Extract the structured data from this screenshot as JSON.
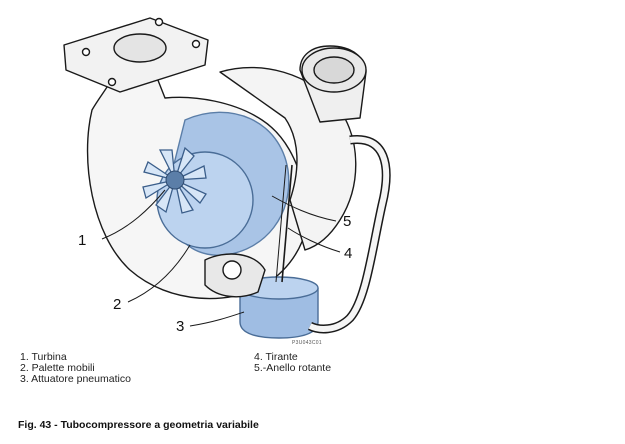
{
  "figure": {
    "callouts": [
      "1",
      "2",
      "3",
      "4",
      "5"
    ],
    "drawing_code": "P3U043C01",
    "legend": {
      "left": [
        "1. Turbina",
        "2. Palette mobili",
        "3. Attuatore pneumatico"
      ],
      "right": [
        "4. Tirante",
        "5.-Anello rotante"
      ]
    },
    "caption": "Fig. 43 - Tubocompressore a geometria variabile"
  },
  "colors": {
    "highlight_blue": "#a9c4e6",
    "line": "#1a1a1a"
  }
}
